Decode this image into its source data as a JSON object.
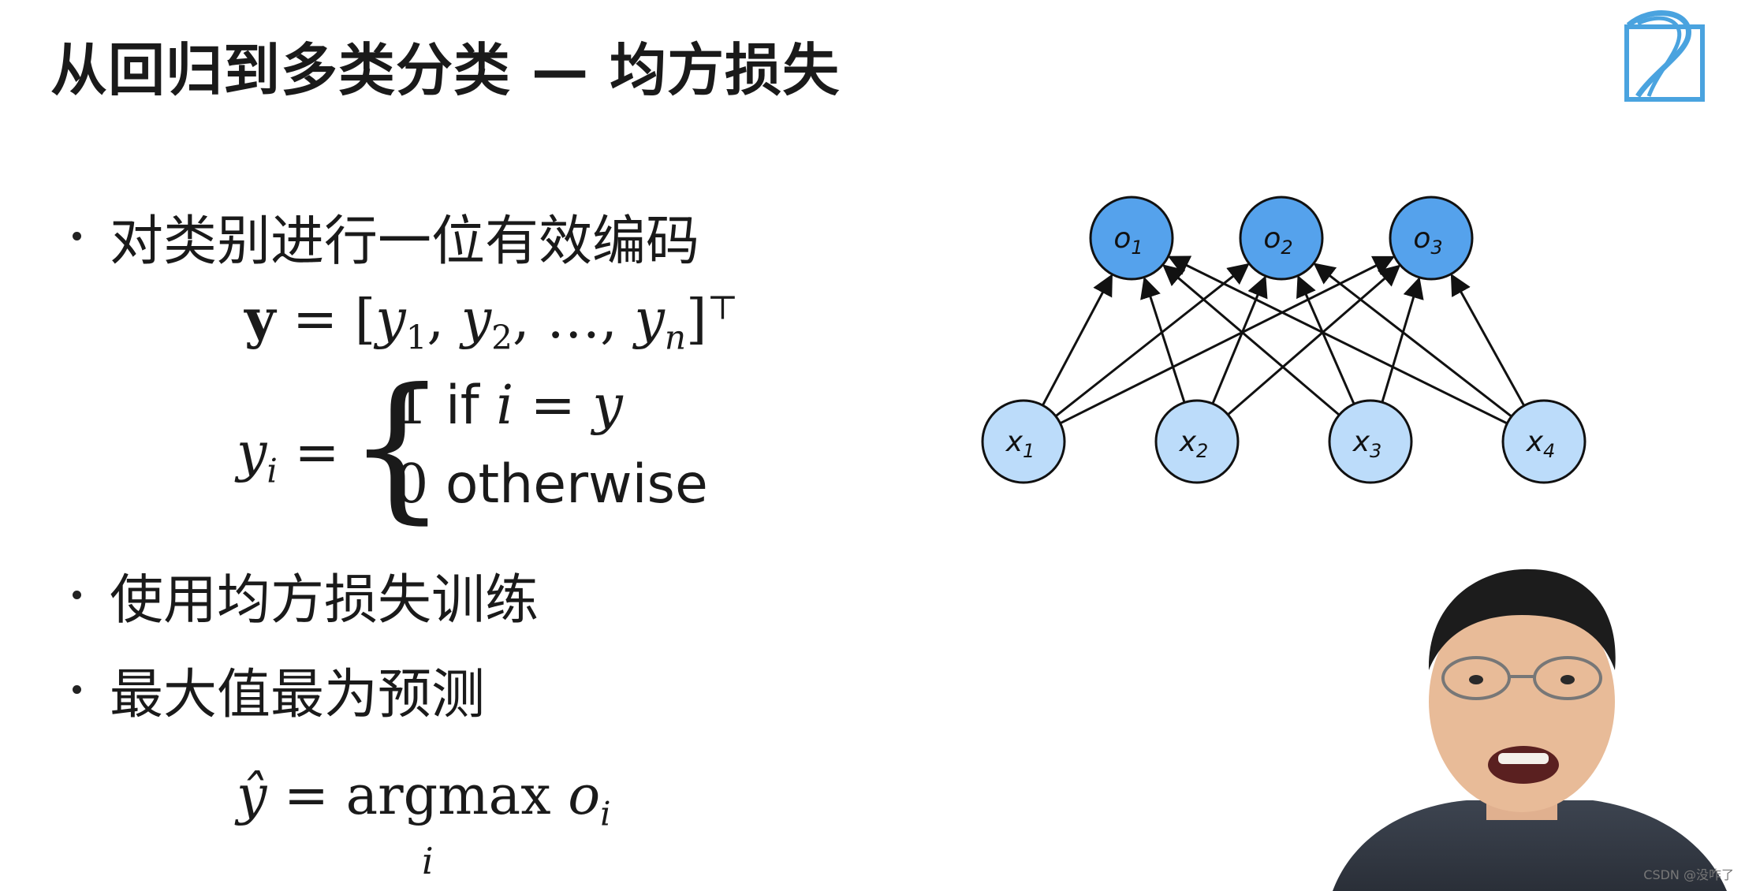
{
  "slide": {
    "title": "从回归到多类分类 — 均方损失",
    "bullets": [
      "对类别进行一位有效编码",
      "使用均方损失训练",
      "最大值最为预测"
    ],
    "eq1": {
      "lhs": "y",
      "eq": " = [",
      "y1": "y",
      "s1": "1",
      "c1": ", ",
      "y2": "y",
      "s2": "2",
      "c2": ", …, ",
      "yn": "y",
      "sn": "n",
      "close": "]",
      "T": "⊤"
    },
    "eq2": {
      "yi": "y",
      "i": "i",
      "eq": " = ",
      "one": "1 ",
      "if": "if ",
      "i2": "i",
      "eq2": " = ",
      "y": "y",
      "zero": "0 ",
      "otherwise": "otherwise"
    },
    "eq3": {
      "yhat": "ŷ",
      "eq": " = argmax ",
      "o": "o",
      "oi": "i",
      "under": "i"
    }
  },
  "network": {
    "outputs": [
      {
        "base": "o",
        "sub": "1"
      },
      {
        "base": "o",
        "sub": "2"
      },
      {
        "base": "o",
        "sub": "3"
      }
    ],
    "inputs": [
      {
        "base": "x",
        "sub": "1"
      },
      {
        "base": "x",
        "sub": "2"
      },
      {
        "base": "x",
        "sub": "3"
      },
      {
        "base": "x",
        "sub": "4"
      }
    ],
    "output_color": "#55a2ec",
    "input_color": "#bcdcfa"
  },
  "watermark": "CSDN @没咋了",
  "icons": {
    "logo": "d2l-logo-icon",
    "presenter": "presenter-photo"
  }
}
